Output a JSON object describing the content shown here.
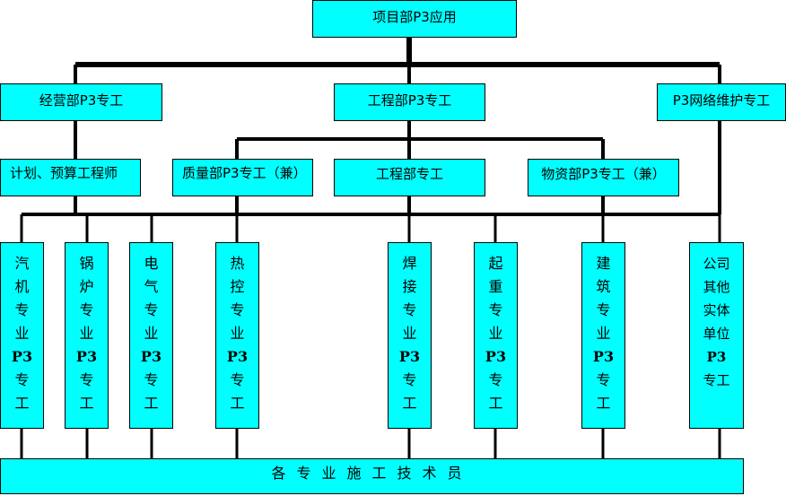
{
  "diagram": {
    "top": "项目部P3应用",
    "level2": {
      "business": "经营部P3专工",
      "engineering": "工程部P3专工",
      "network": "P3网络维护专工"
    },
    "level3": {
      "planning": "计划、预算工程师",
      "quality": "质量部P3专工（兼）",
      "engineering_staff": "工程部专工",
      "materials": "物资部P3专工（兼）"
    },
    "specialists": [
      {
        "name": "汽机专业",
        "p3": "P3",
        "role": "专工"
      },
      {
        "name": "锅炉专业",
        "p3": "P3",
        "role": "专工"
      },
      {
        "name": "电气专业",
        "p3": "P3",
        "role": "专工"
      },
      {
        "name": "热控专业",
        "p3": "P3",
        "role": "专工"
      },
      {
        "name": "焊接专业",
        "p3": "P3",
        "role": "专工"
      },
      {
        "name": "起重专业",
        "p3": "P3",
        "role": "专工"
      },
      {
        "name": "建筑专业",
        "p3": "P3",
        "role": "专工"
      },
      {
        "name": "公司其他实体单位",
        "p3": "P3",
        "role": "专工"
      }
    ],
    "bottom": "各专业施工技术员"
  },
  "colors": {
    "box_fill": "#00ffff",
    "box_border": "#000000",
    "connector": "#000000",
    "background": "#ffffff"
  }
}
